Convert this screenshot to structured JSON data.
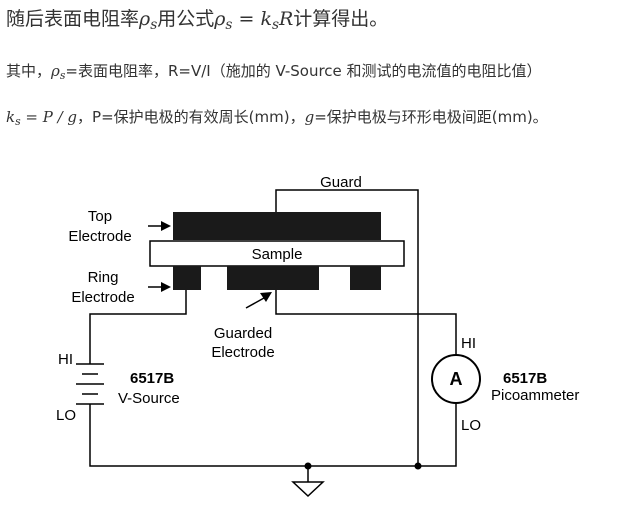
{
  "text": {
    "line1": {
      "prefix": "随后表面电阻率",
      "rho": "ρ",
      "rho_sub": "s",
      "mid": "用公式",
      "eq_rho": "ρ",
      "eq_rho_sub": "s",
      "eq_sign": " = ",
      "k": "k",
      "k_sub": "s",
      "r": "R",
      "suffix": "计算得出。"
    },
    "line2": {
      "prefix": "其中，",
      "rho": "ρ",
      "rho_sub": "s",
      "rest": "=表面电阻率，R=V/I（施加的 V-Source 和测试的电流值的电阻比值）"
    },
    "line3": {
      "k": "k",
      "k_sub": "s",
      "formula": " = P / g",
      "mid": "，P=保护电极的有效周长(mm)，",
      "g": "g",
      "rest": "=保护电极与环形电极间距(mm)。"
    }
  },
  "diagram": {
    "guard": "Guard",
    "top_electrode": [
      "Top",
      "Electrode"
    ],
    "sample": "Sample",
    "ring_electrode": [
      "Ring",
      "Electrode"
    ],
    "guarded_electrode": [
      "Guarded",
      "Electrode"
    ],
    "source_hi": "HI",
    "source_lo": "LO",
    "source_model": "6517B",
    "source_name": "V-Source",
    "meter_hi": "HI",
    "meter_lo": "LO",
    "meter_symbol": "A",
    "meter_model": "6517B",
    "meter_name": "Picoammeter"
  },
  "colors": {
    "text": "#333333",
    "ink": "#000000",
    "background": "#ffffff"
  }
}
